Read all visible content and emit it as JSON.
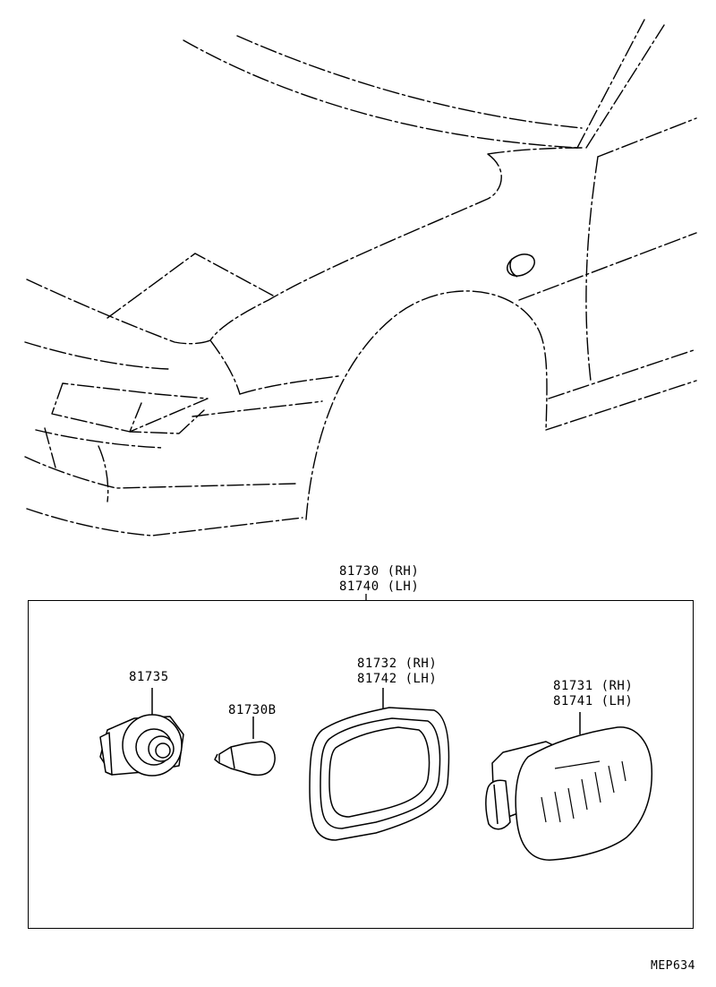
{
  "assembly": {
    "rh": "81730 (RH)",
    "lh": "81740 (LH)"
  },
  "parts": {
    "socket": "81735",
    "bulb": "81730B",
    "gasket_rh": "81732 (RH)",
    "gasket_lh": "81742 (LH)",
    "lens_rh": "81731 (RH)",
    "lens_lh": "81741 (LH)"
  },
  "diagram_code": "MEP634"
}
